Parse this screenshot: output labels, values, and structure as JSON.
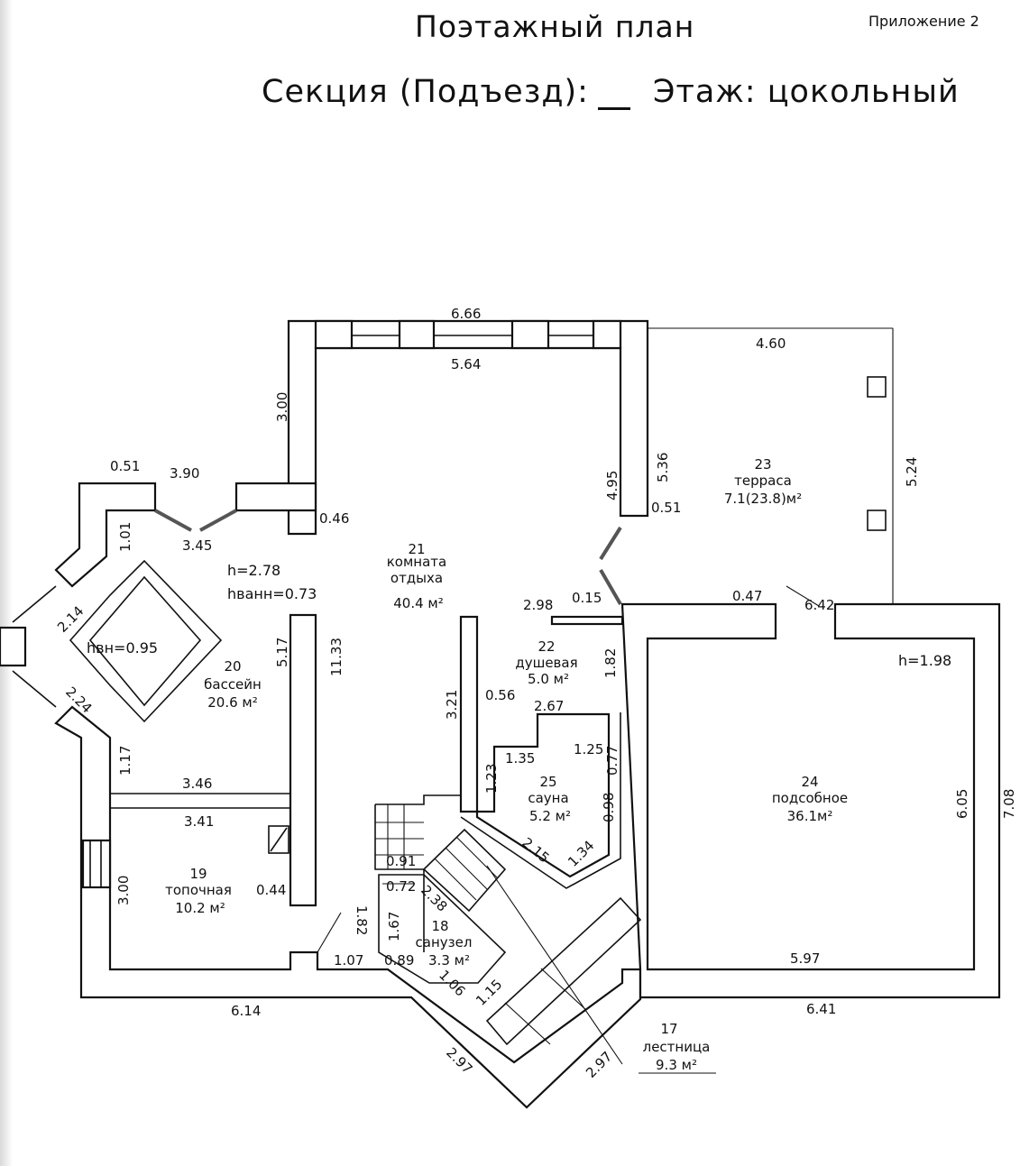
{
  "header": {
    "title": "Поэтажный план",
    "appendix": "Приложение 2",
    "section_label": "Секция (Подъезд):",
    "floor_label": "Этаж: цокольный"
  },
  "rooms": [
    {
      "id": "r17",
      "number": "17",
      "name": "лестница",
      "area": "9.3 м²"
    },
    {
      "id": "r18",
      "number": "18",
      "name": "санузел",
      "area": "3.3 м²"
    },
    {
      "id": "r19",
      "number": "19",
      "name": "топочная",
      "area": "10.2 м²"
    },
    {
      "id": "r20",
      "number": "20",
      "name": "бассейн",
      "area": "20.6 м²"
    },
    {
      "id": "r21",
      "number": "21",
      "name": "комната отдыха",
      "area": "40.4 м²"
    },
    {
      "id": "r22",
      "number": "22",
      "name": "душевая",
      "area": "5.0 м²"
    },
    {
      "id": "r23",
      "number": "23",
      "name": "терраса",
      "area": "7.1(23.8)м²"
    },
    {
      "id": "r24",
      "number": "24",
      "name": "подсобное",
      "area": "36.1м²"
    },
    {
      "id": "r25",
      "number": "25",
      "name": "сауна",
      "area": "5.2 м²"
    }
  ],
  "heights": {
    "main": "h=2.78",
    "bath": "hванн=0.73",
    "pool": "hвн=0.95",
    "utility": "h=1.98"
  },
  "dimensions": {
    "d_6_66": "6.66",
    "d_5_64": "5.64",
    "d_4_60": "4.60",
    "d_3_00_top": "3.00",
    "d_0_51_left": "0.51",
    "d_3_90": "3.90",
    "d_3_45": "3.45",
    "d_1_01": "1.01",
    "d_0_46": "0.46",
    "d_4_95": "4.95",
    "d_5_36": "5.36",
    "d_0_51_right": "0.51",
    "d_5_24": "5.24",
    "d_2_14": "2.14",
    "d_2_24": "2.24",
    "d_5_17": "5.17",
    "d_11_33": "11.33",
    "d_2_98": "2.98",
    "d_0_15": "0.15",
    "d_0_47": "0.47",
    "d_6_42": "6.42",
    "d_1_82_shower": "1.82",
    "d_3_21": "3.21",
    "d_0_56": "0.56",
    "d_2_67": "2.67",
    "d_1_35": "1.35",
    "d_1_25": "1.25",
    "d_0_77": "0.77",
    "d_1_23": "1.23",
    "d_0_98": "0.98",
    "d_2_15": "2.15",
    "d_1_34": "1.34",
    "d_1_17": "1.17",
    "d_3_46": "3.46",
    "d_3_41": "3.41",
    "d_3_00_left": "3.00",
    "d_0_44": "0.44",
    "d_0_91": "0.91",
    "d_0_72": "0.72",
    "d_2_38": "2.38",
    "d_1_82_wc": "1.82",
    "d_1_67": "1.67",
    "d_1_07": "1.07",
    "d_0_89": "0.89",
    "d_1_06": "1.06",
    "d_1_15": "1.15",
    "d_6_05": "6.05",
    "d_7_08": "7.08",
    "d_5_97": "5.97",
    "d_6_14": "6.14",
    "d_6_41": "6.41",
    "d_2_97_left": "2.97",
    "d_2_97_right": "2.97"
  }
}
